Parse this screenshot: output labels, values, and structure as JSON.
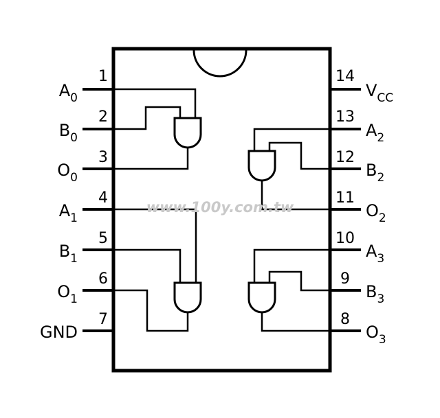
{
  "watermark": "www.100y.com.tw",
  "pins": {
    "p1": {
      "num": "1",
      "label": "A",
      "sub": "0"
    },
    "p2": {
      "num": "2",
      "label": "B",
      "sub": "0"
    },
    "p3": {
      "num": "3",
      "label": "O",
      "sub": "0"
    },
    "p4": {
      "num": "4",
      "label": "A",
      "sub": "1"
    },
    "p5": {
      "num": "5",
      "label": "B",
      "sub": "1"
    },
    "p6": {
      "num": "6",
      "label": "O",
      "sub": "1"
    },
    "p7": {
      "num": "7",
      "label": "GND",
      "sub": ""
    },
    "p8": {
      "num": "8",
      "label": "O",
      "sub": "3"
    },
    "p9": {
      "num": "9",
      "label": "B",
      "sub": "3"
    },
    "p10": {
      "num": "10",
      "label": "A",
      "sub": "3"
    },
    "p11": {
      "num": "11",
      "label": "O",
      "sub": "2"
    },
    "p12": {
      "num": "12",
      "label": "B",
      "sub": "2"
    },
    "p13": {
      "num": "13",
      "label": "A",
      "sub": "2"
    },
    "p14": {
      "num": "14",
      "label": "V",
      "sub": "CC"
    }
  }
}
